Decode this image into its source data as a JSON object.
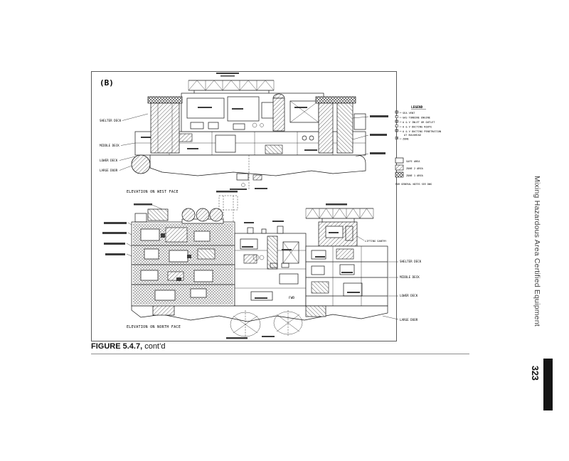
{
  "page": {
    "figure_label": "(B)",
    "caption_bold": "FIGURE 5.4.7,",
    "caption_rest": " cont’d",
    "sidebar_title": "Mixing Hazardous Area Certified Equipment",
    "page_number": "323"
  },
  "figure": {
    "west": {
      "title": "ELEVATION ON WEST FACE",
      "left_labels": [
        "SHELTER DECK",
        "MIDDLE DECK",
        "LOWER DECK",
        "LARGE DOOR"
      ]
    },
    "north": {
      "title": "ELEVATION ON NORTH FACE",
      "gantry_label": "LIFTING GANTRY",
      "fwd_label": "FWD",
      "right_labels": [
        "SHELTER DECK",
        "MIDDLE DECK",
        "LOWER DECK",
        "LARGE DOOR"
      ]
    },
    "legend": {
      "title": "LEGEND",
      "items": [
        "SEA VENT",
        "GAS TURBINE ENGINE",
        "A & V INLET OR OUTLET",
        "A & V DUCTING ROUTE",
        "A & V DUCTING PENETRATION",
        "AT BULKHEAD",
        "ZONE"
      ],
      "areas": [
        "SAFE AREA",
        "ZONE 2 AREA",
        "ZONE 1 AREA"
      ],
      "note": "FOR GENERAL NOTES SEE DWG"
    }
  }
}
